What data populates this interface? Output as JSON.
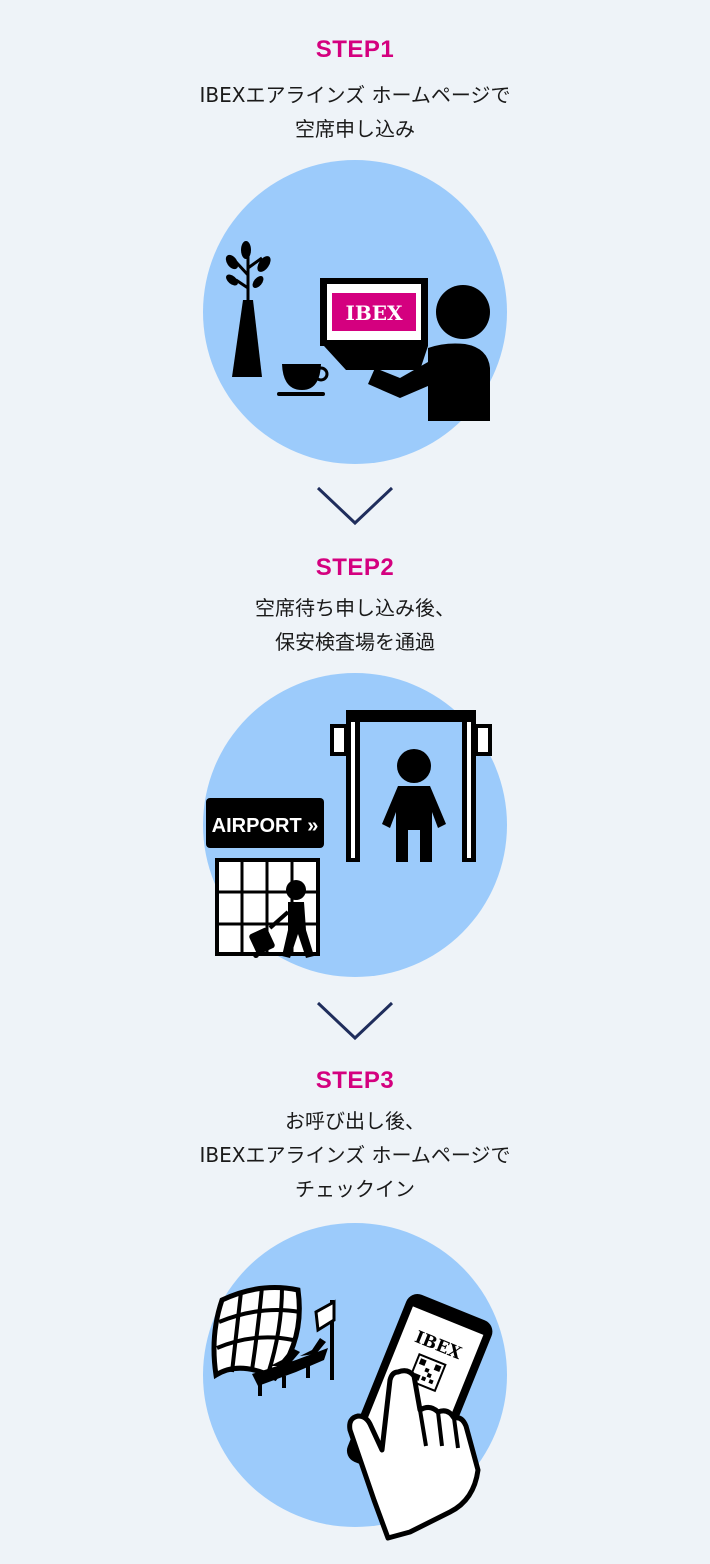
{
  "steps": [
    {
      "title": "STEP1",
      "desc": [
        "IBEXエアラインズ ホームページで",
        "空席申し込み"
      ],
      "screen_logo": "IBEX"
    },
    {
      "title": "STEP2",
      "desc": [
        "空席待ち申し込み後、",
        "保安検査場を通過"
      ],
      "sign_text": "AIRPORT »"
    },
    {
      "title": "STEP3",
      "desc": [
        "お呼び出し後、",
        "IBEXエアラインズ ホームページで",
        "チェックイン"
      ],
      "phone_logo": "IBEX"
    }
  ],
  "icons": {
    "step1": [
      "plant-vase-icon",
      "coffee-cup-icon",
      "laptop-icon",
      "person-icon"
    ],
    "step2": [
      "security-gate-icon",
      "airport-sign-icon",
      "traveler-with-suitcase-icon"
    ],
    "step3": [
      "airport-window-icon",
      "waiting-seats-icon",
      "flag-icon",
      "smartphone-icon",
      "qr-code-icon",
      "pointing-hand-icon"
    ],
    "connector": "chevron-down-icon"
  },
  "colors": {
    "accent": "#d4007f",
    "circle": "#9ccbfb",
    "background": "#eef3f8",
    "chevron": "#1f2d5c"
  }
}
